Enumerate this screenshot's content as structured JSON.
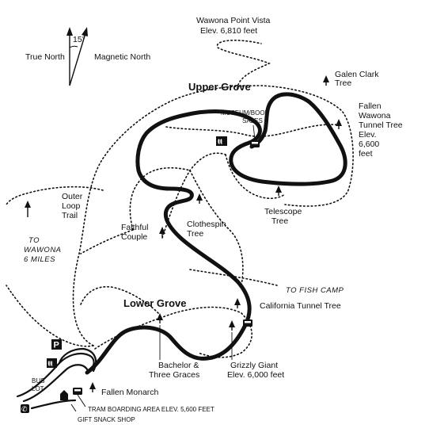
{
  "compass": {
    "angle_label": "15°",
    "true_north": "True North",
    "magnetic_north": "Magnetic North"
  },
  "places": {
    "wawona_point_1": "Wawona Point Vista",
    "wawona_point_2": "Elev. 6,810 feet",
    "galen_clark_1": "Galen Clark",
    "galen_clark_2": "Tree",
    "upper_grove": "Upper Grove",
    "museum_1": "MUSEUM/BOOK",
    "museum_2": "SALES",
    "fallen_wawona_1": "Fallen",
    "fallen_wawona_2": "Wawona",
    "fallen_wawona_3": "Tunnel Tree",
    "fallen_wawona_4": "Elev.",
    "fallen_wawona_5": "6,600",
    "fallen_wawona_6": "feet",
    "telescope_1": "Telescope",
    "telescope_2": "Tree",
    "outer_loop_1": "Outer",
    "outer_loop_2": "Loop",
    "outer_loop_3": "Trail",
    "clothespin_1": "Clothespin",
    "clothespin_2": "Tree",
    "faithful_1": "Faithful",
    "faithful_2": "Couple",
    "to_wawona_1": "TO",
    "to_wawona_2": "WAWONA",
    "to_wawona_3": "6 MILES",
    "to_fish_camp": "TO FISH CAMP",
    "lower_grove": "Lower Grove",
    "california_tunnel": "California Tunnel Tree",
    "bachelor_1": "Bachelor &",
    "bachelor_2": "Three Graces",
    "grizzly_1": "Grizzly Giant",
    "grizzly_2": "Elev. 6,000 feet",
    "bus_lot_1": "BUS",
    "bus_lot_2": "LOT",
    "fallen_monarch": "Fallen Monarch",
    "tram_boarding": "TRAM BOARDING AREA ELEV. 5,600 FEET",
    "gift_shop": "GIFT SNACK SHOP"
  },
  "symbols": {
    "parking": "P",
    "phone": "✆"
  },
  "colors": {
    "ink": "#111111",
    "background": "#ffffff"
  }
}
